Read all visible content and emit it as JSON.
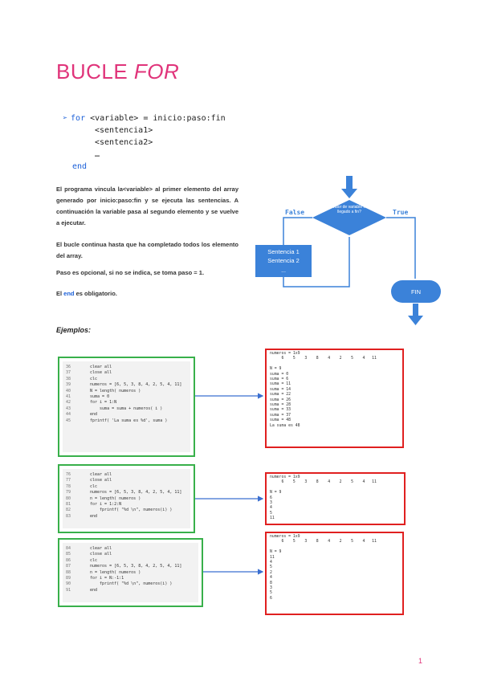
{
  "title": {
    "plain": "BUCLE ",
    "italic": "FOR"
  },
  "syntax": {
    "line1_kw": "for",
    "line1_rest": " <variable> = inicio:paso:fin",
    "line2": "<sentencia1>",
    "line3": "<sentencia2>",
    "line4": "…",
    "line5": "end"
  },
  "paragraphs": {
    "p1": "El programa vincula la<variable> al primer elemento del array generado por inicio:paso:fin y se ejecuta las sentencias. A continuación la variable pasa al segundo elemento y se vuelve a ejecutar.",
    "p2": "El bucle continua hasta que ha completado todos los elemento del array.",
    "p3": "Paso es opcional, si no se indica, se toma paso = 1.",
    "p4_pre": "El ",
    "p4_kw": "end",
    "p4_post": " es obligatorio."
  },
  "flowchart": {
    "condition": "¿El valor de variable es fin llegado a fin?",
    "false_label": "False",
    "true_label": "True",
    "statements": [
      "Sentencia 1",
      "Sentencia 2",
      "..."
    ],
    "end_label": "FIN"
  },
  "examples_label": "Ejemplos:",
  "example1": {
    "line_numbers": "36\n37\n38\n39\n40\n41\n42\n43\n44\n45",
    "code": "clear all\nclose all\nclc\nnumeros = [6, 5, 3, 8, 4, 2, 5, 4, 11]\nN = length( numeros )\nsuma = 0\nfor i = 1:N\n    suma = suma + numeros( i )\nend\nfprintf( 'La suma es %d', suma )",
    "output": "numeros = 1x9\n     6    5    3    8    4    2    5    4   11\n\nN = 9\nsuma = 0\nsuma = 6\nsuma = 11\nsuma = 14\nsuma = 22\nsuma = 26\nsuma = 28\nsuma = 33\nsuma = 37\nsuma = 48\nLa suma es 48"
  },
  "example2": {
    "line_numbers": "76\n77\n78\n79\n80\n81\n82\n83",
    "code": "clear all\nclose all\nclc\nnumeros = [6, 5, 3, 8, 4, 2, 5, 4, 11]\nn = length( numeros )\nfor i = 1:2:N\n    fprintf( \"%d \\n\", numeros(i) )\nend",
    "output": "numeros = 1x9\n     6    5    3    8    4    2    5    4   11\n\nN = 9\n6\n3\n4\n5\n11"
  },
  "example3": {
    "line_numbers": "84\n85\n86\n87\n88\n89\n90\n91",
    "code": "clear all\nclose all\nclc\nnumeros = [6, 5, 3, 8, 4, 2, 5, 4, 11]\nn = length( numeros )\nfor i = N:-1:1\n    fprintf( \"%d \\n\", numeros(i) )\nend",
    "output": "numeros = 1x9\n     6    5    3    8    4    2    5    4   11\n\nN = 9\n11\n4\n5\n2\n4\n8\n3\n5\n6"
  },
  "page_number": "1"
}
